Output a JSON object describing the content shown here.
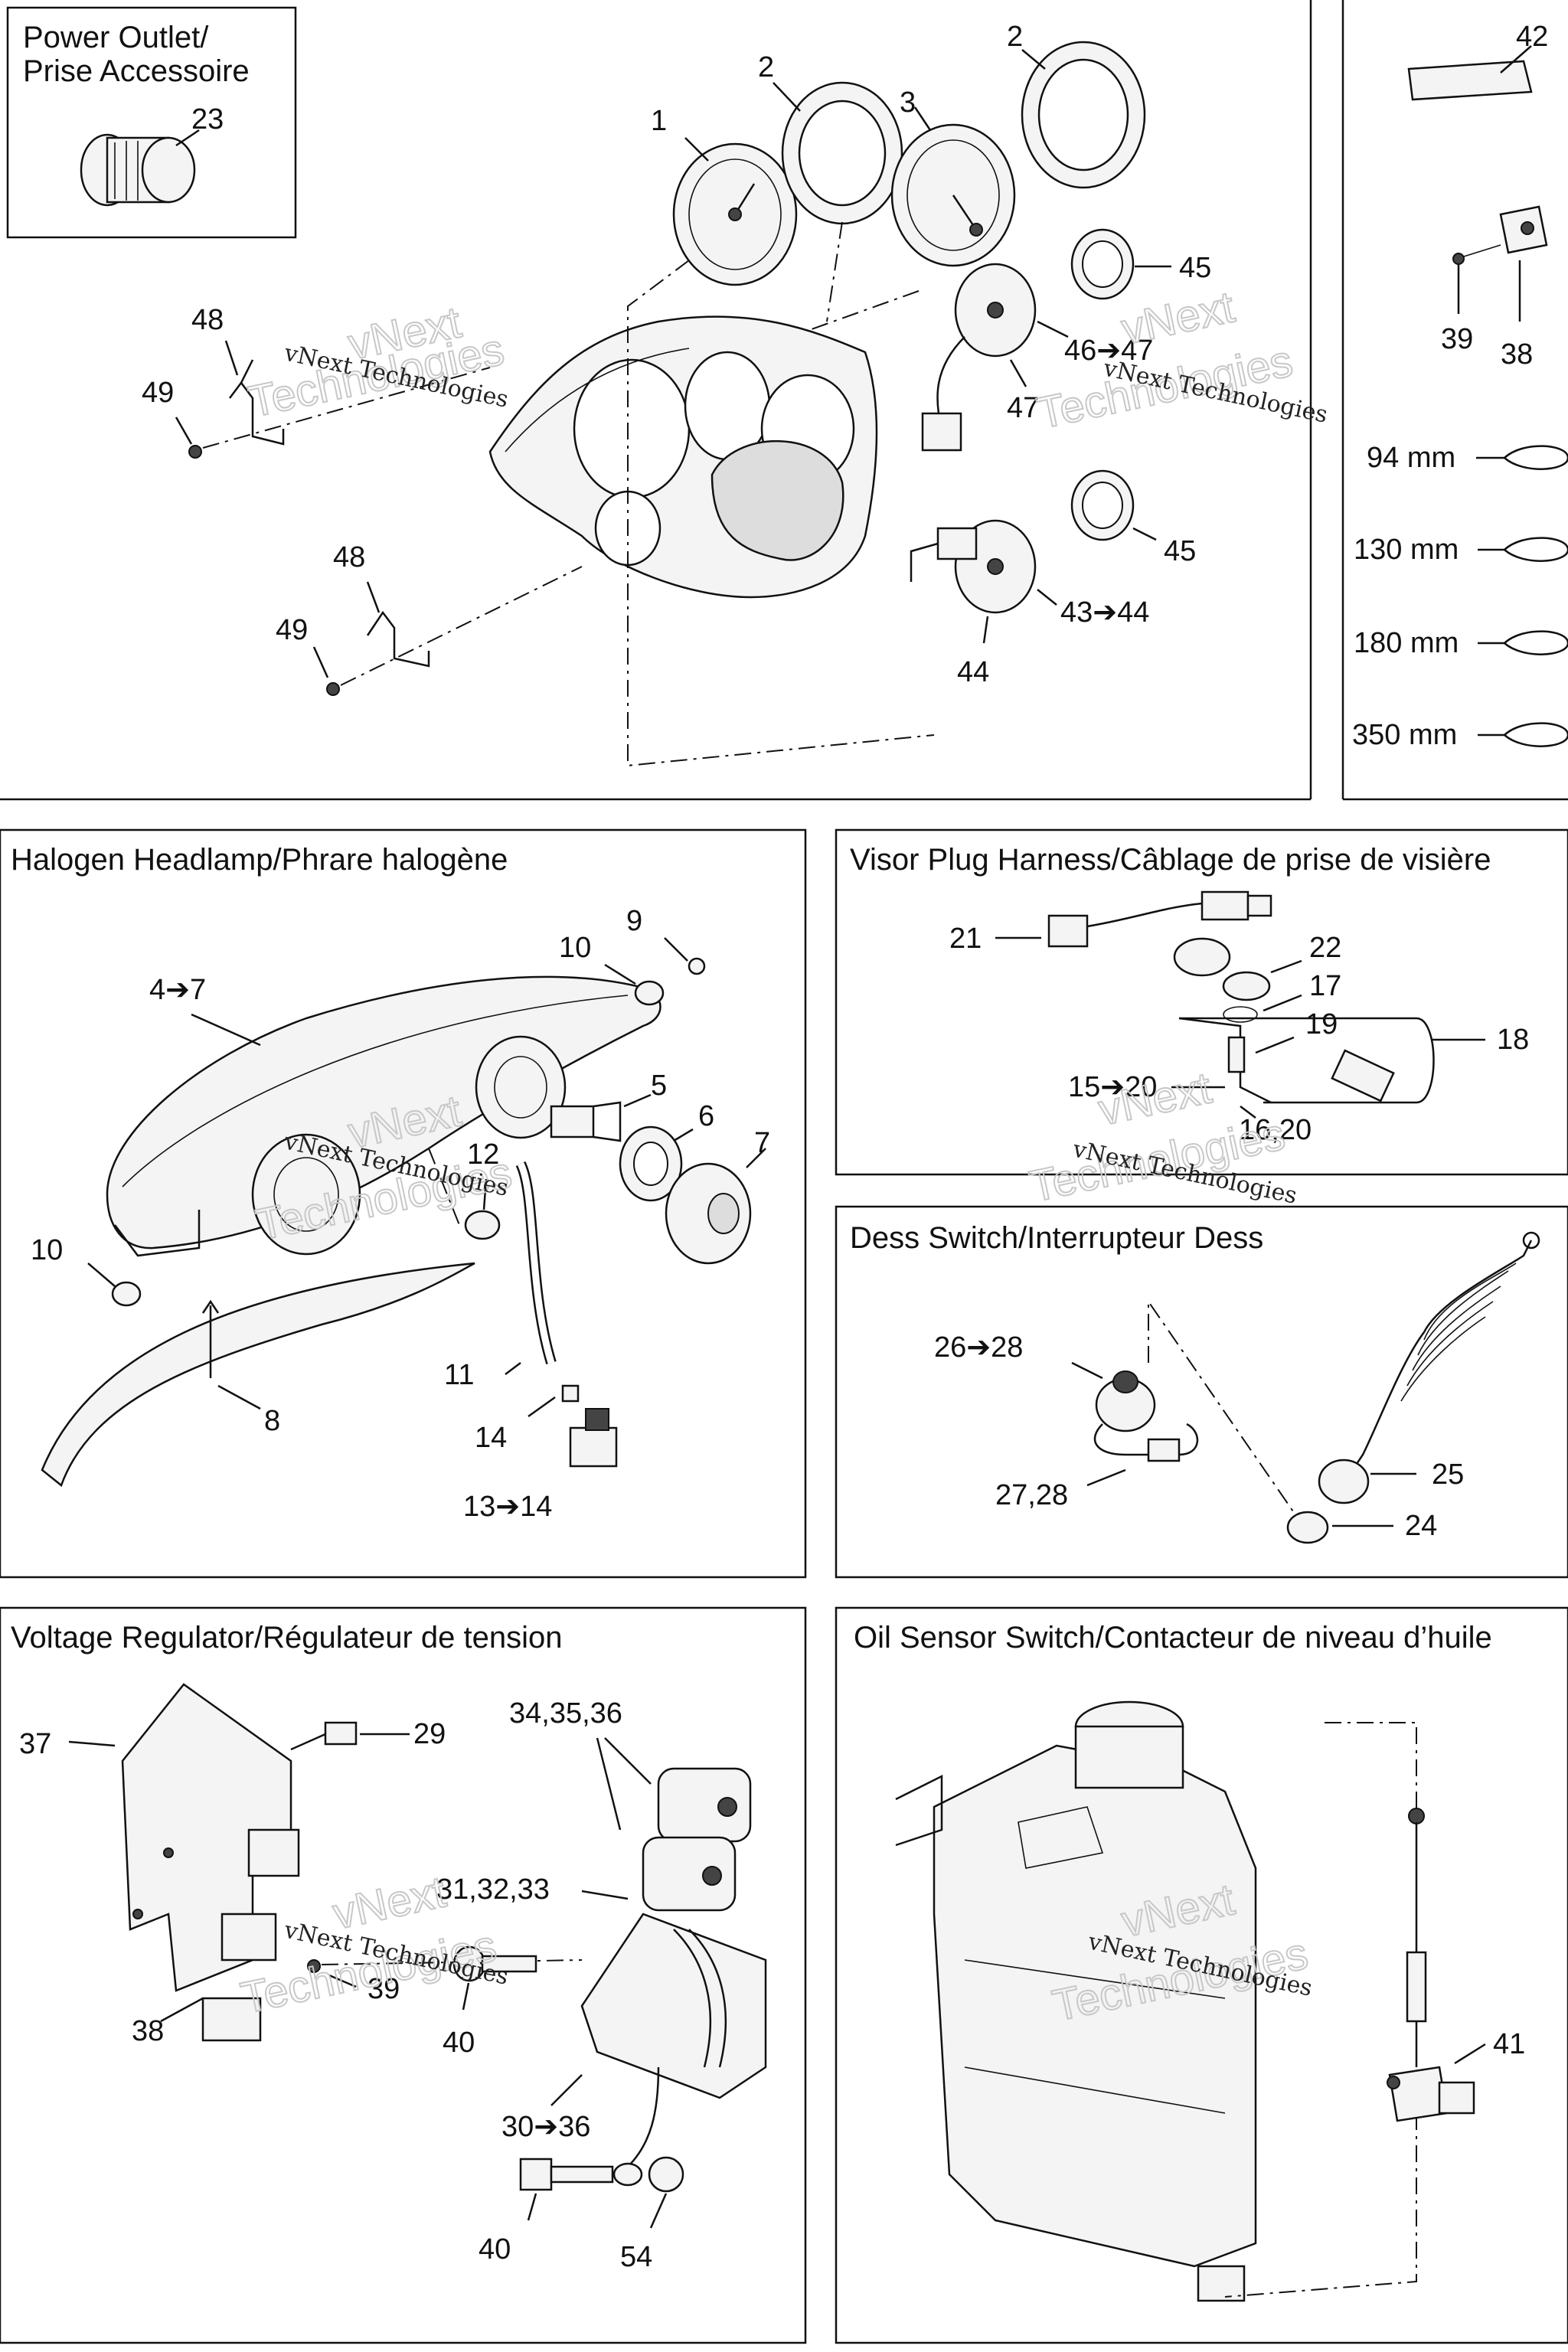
{
  "sections": {
    "power_outlet": {
      "title_line1": "Power Outlet/",
      "title_line2": "Prise Accessoire"
    },
    "headlamp": {
      "title": "Halogen Headlamp/Phrare halogène"
    },
    "visor": {
      "title": "Visor Plug Harness/Câblage de prise de visière"
    },
    "dess": {
      "title": "Dess Switch/Interrupteur Dess"
    },
    "regulator": {
      "title": "Voltage Regulator/Régulateur de tension"
    },
    "oil": {
      "title": "Oil Sensor Switch/Contacteur de niveau d’huile"
    }
  },
  "watermark": {
    "line1": "vNext Technologies",
    "line2": "Technologies"
  },
  "labels": {
    "gauges": [
      {
        "id": "l23",
        "text": "23"
      },
      {
        "id": "l1",
        "text": "1"
      },
      {
        "id": "l2a",
        "text": "2"
      },
      {
        "id": "l3",
        "text": "3"
      },
      {
        "id": "l2b",
        "text": "2"
      },
      {
        "id": "l45a",
        "text": "45"
      },
      {
        "id": "l4647",
        "text": "46➔47"
      },
      {
        "id": "l47",
        "text": "47"
      },
      {
        "id": "l48a",
        "text": "48"
      },
      {
        "id": "l49a",
        "text": "49"
      },
      {
        "id": "l45b",
        "text": "45"
      },
      {
        "id": "l48b",
        "text": "48"
      },
      {
        "id": "l49b",
        "text": "49"
      },
      {
        "id": "l4344",
        "text": "43➔44"
      },
      {
        "id": "l44",
        "text": "44"
      }
    ],
    "side": [
      {
        "id": "l42",
        "text": "42"
      },
      {
        "id": "l39s",
        "text": "39"
      },
      {
        "id": "l38s",
        "text": "38"
      },
      {
        "id": "m94",
        "text": "94 mm"
      },
      {
        "id": "m130",
        "text": "130 mm"
      },
      {
        "id": "m180",
        "text": "180 mm"
      },
      {
        "id": "m350",
        "text": "350 mm"
      }
    ],
    "headlamp": [
      {
        "id": "h9",
        "text": "9"
      },
      {
        "id": "h10a",
        "text": "10"
      },
      {
        "id": "h47",
        "text": "4➔7"
      },
      {
        "id": "h5",
        "text": "5"
      },
      {
        "id": "h6",
        "text": "6"
      },
      {
        "id": "h7",
        "text": "7"
      },
      {
        "id": "h12",
        "text": "12"
      },
      {
        "id": "h10b",
        "text": "10"
      },
      {
        "id": "h11",
        "text": "11"
      },
      {
        "id": "h8",
        "text": "8"
      },
      {
        "id": "h14",
        "text": "14"
      },
      {
        "id": "h1314",
        "text": "13➔14"
      }
    ],
    "visor": [
      {
        "id": "v21",
        "text": "21"
      },
      {
        "id": "v22",
        "text": "22"
      },
      {
        "id": "v17",
        "text": "17"
      },
      {
        "id": "v19",
        "text": "19"
      },
      {
        "id": "v18",
        "text": "18"
      },
      {
        "id": "v1520",
        "text": "15➔20"
      },
      {
        "id": "v1620",
        "text": "16,20"
      }
    ],
    "dess": [
      {
        "id": "d2628",
        "text": "26➔28"
      },
      {
        "id": "d2728",
        "text": "27,28"
      },
      {
        "id": "d25",
        "text": "25"
      },
      {
        "id": "d24",
        "text": "24"
      }
    ],
    "regulator": [
      {
        "id": "r37",
        "text": "37"
      },
      {
        "id": "r29",
        "text": "29"
      },
      {
        "id": "r343536",
        "text": "34,35,36"
      },
      {
        "id": "r313233",
        "text": "31,32,33"
      },
      {
        "id": "r39",
        "text": "39"
      },
      {
        "id": "r38",
        "text": "38"
      },
      {
        "id": "r40a",
        "text": "40"
      },
      {
        "id": "r3036",
        "text": "30➔36"
      },
      {
        "id": "r40b",
        "text": "40"
      },
      {
        "id": "r54",
        "text": "54"
      }
    ],
    "oil": [
      {
        "id": "o41",
        "text": "41"
      }
    ]
  }
}
